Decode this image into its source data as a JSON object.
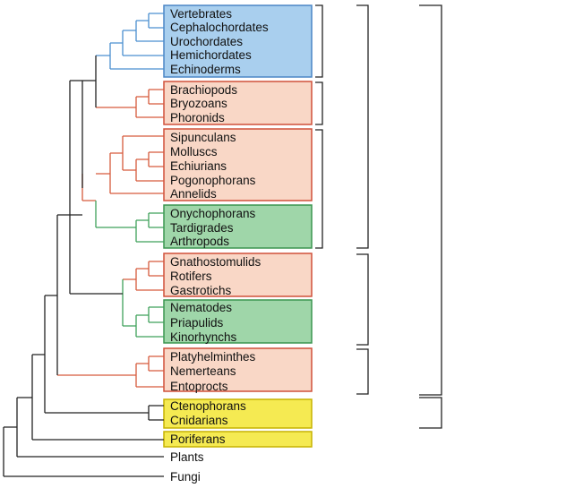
{
  "colors": {
    "deuterostome_line": "#4a8fd0",
    "lophotrochozoan_line": "#d65a3c",
    "ecdysozoan_line": "#3fa15b",
    "base_line": "#222222",
    "blue_box_fill": "#a9cfee",
    "blue_box_stroke": "#4a86c6",
    "salmon_box_fill": "#f9d7c6",
    "salmon_box_stroke": "#d0503a",
    "green_box_fill": "#9fd6a9",
    "green_box_stroke": "#3b9550",
    "yellow_box_fill": "#f5ea52",
    "yellow_box_stroke": "#c7b200"
  },
  "groups": [
    {
      "id": "deuterostomes",
      "color": "blue",
      "taxa": [
        "Vertebrates",
        "Cephalochordates",
        "Urochordates",
        "Hemichordates",
        "Echinoderms"
      ]
    },
    {
      "id": "lophophorates",
      "color": "salmon",
      "taxa": [
        "Brachiopods",
        "Bryozoans",
        "Phoronids"
      ]
    },
    {
      "id": "spiralians",
      "color": "salmon",
      "taxa": [
        "Sipunculans",
        "Molluscs",
        "Echiurians",
        "Pogonophorans",
        "Annelids"
      ]
    },
    {
      "id": "panarthropods",
      "color": "green",
      "taxa": [
        "Onychophorans",
        "Tardigrades",
        "Arthropods"
      ]
    },
    {
      "id": "gnathifera",
      "color": "salmon",
      "taxa": [
        "Gnathostomulids",
        "Rotifers",
        "Gastrotichs"
      ]
    },
    {
      "id": "cycloneuralia",
      "color": "green",
      "taxa": [
        "Nematodes",
        "Priapulids",
        "Kinorhynchs"
      ]
    },
    {
      "id": "platyzoa",
      "color": "salmon",
      "taxa": [
        "Platyhelminthes",
        "Nemerteans",
        "Entoprocts"
      ]
    },
    {
      "id": "diploblasts",
      "color": "yellow",
      "taxa": [
        "Ctenophorans",
        "Cnidarians"
      ]
    },
    {
      "id": "sponges",
      "color": "yellow",
      "taxa": [
        "Poriferans"
      ]
    },
    {
      "id": "plants",
      "color": "none",
      "taxa": [
        "Plants"
      ]
    },
    {
      "id": "fungi",
      "color": "none",
      "taxa": [
        "Fungi"
      ]
    }
  ]
}
